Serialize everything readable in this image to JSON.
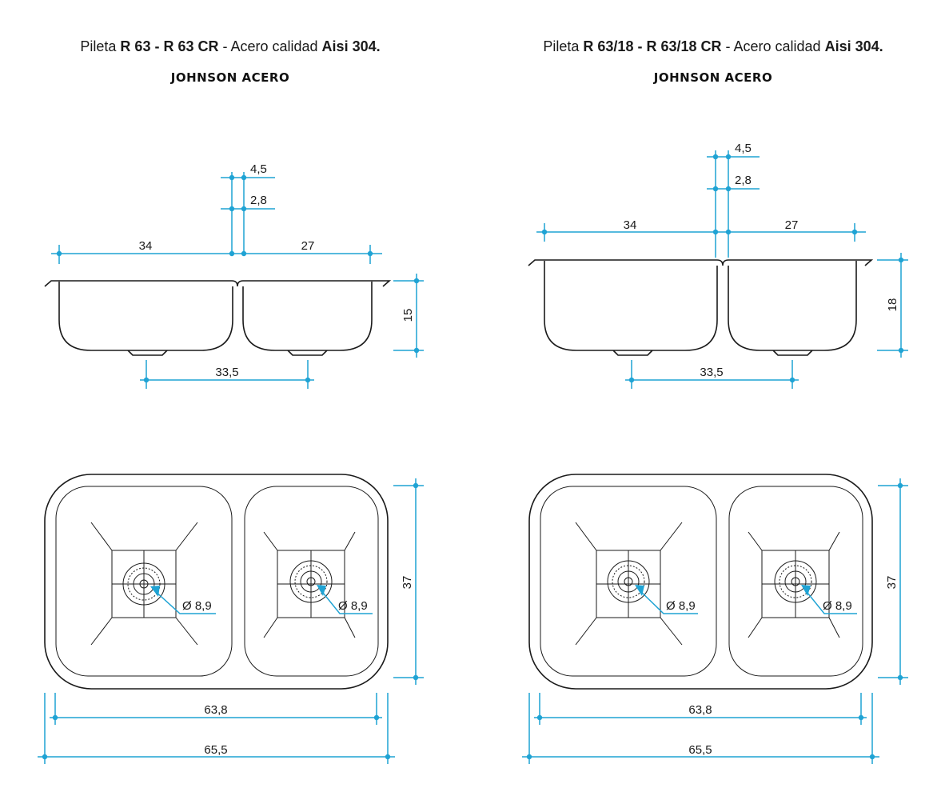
{
  "left": {
    "title": {
      "prefix": "Pileta ",
      "model": "R 63 - R 63 CR",
      "middle": " - Acero calidad ",
      "material": "Aisi 304."
    },
    "brand": "JOHNSON ACERO",
    "dims": {
      "top_gap": "4,5",
      "mid_gap": "2,8",
      "left_bowl": "34",
      "right_bowl": "27",
      "depth": "15",
      "drain_spacing": "33,5",
      "plan_depth": "37",
      "drain_diameter_left": "Ø 8,9",
      "drain_diameter_right": "Ø 8,9",
      "inner_width": "63,8",
      "outer_width": "65,5"
    }
  },
  "right": {
    "title": {
      "prefix": "Pileta ",
      "model": "R 63/18 - R 63/18 CR",
      "middle": " - Acero calidad ",
      "material": "Aisi 304."
    },
    "brand": "JOHNSON ACERO",
    "dims": {
      "top_gap": "4,5",
      "mid_gap": "2,8",
      "left_bowl": "34",
      "right_bowl": "27",
      "depth": "18",
      "drain_spacing": "33,5",
      "plan_depth": "37",
      "drain_diameter_left": "Ø 8,9",
      "drain_diameter_right": "Ø 8,9",
      "inner_width": "63,8",
      "outer_width": "65,5"
    }
  }
}
